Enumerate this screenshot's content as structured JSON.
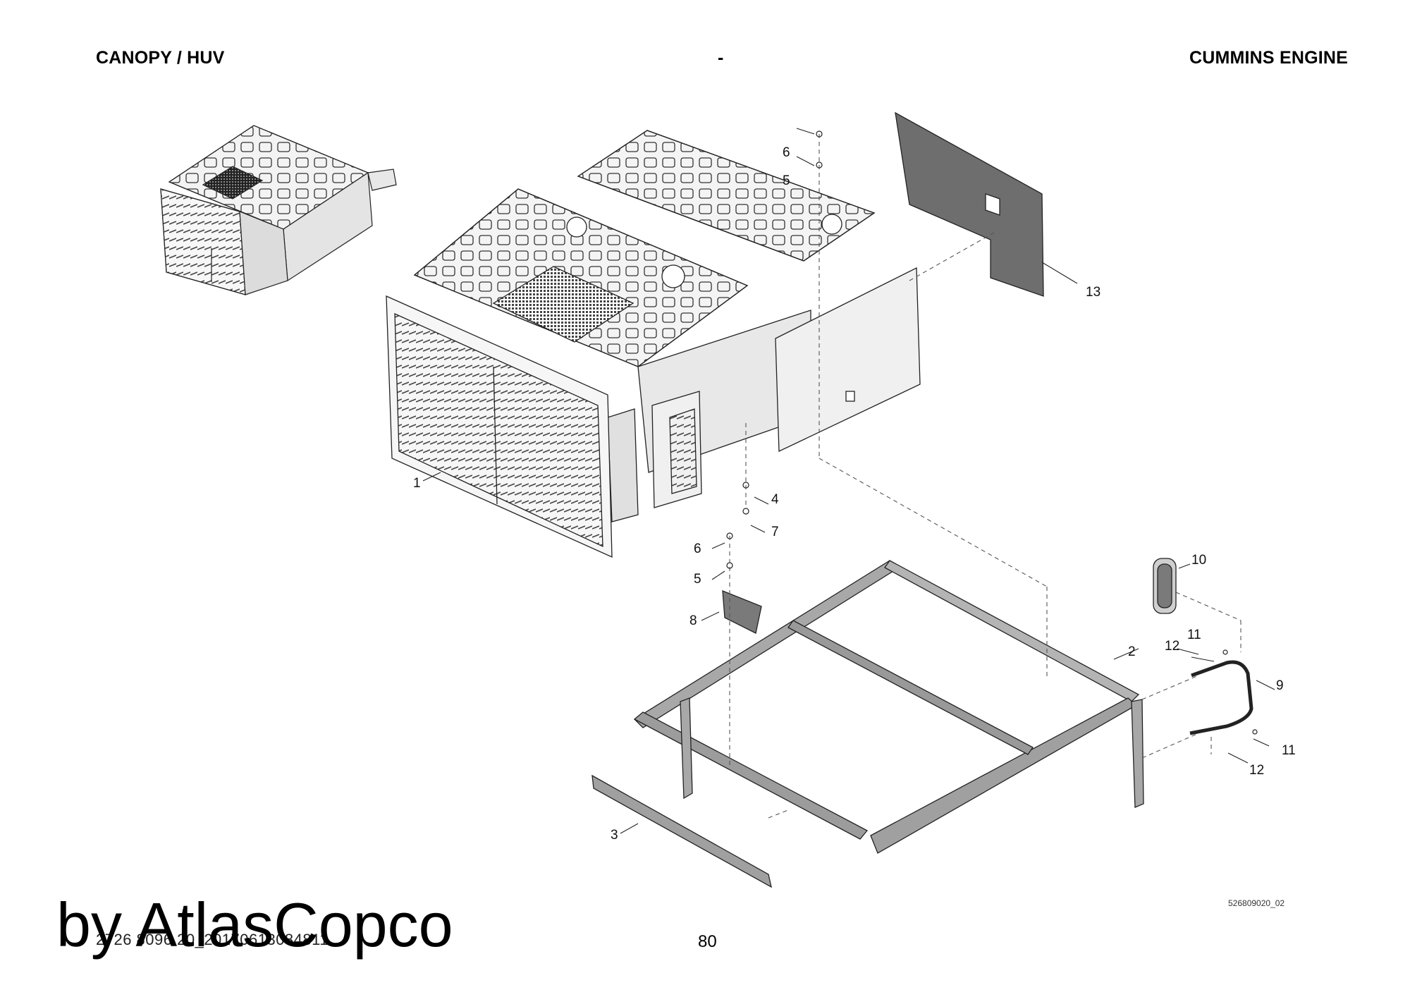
{
  "header": {
    "left": "CANOPY / HUV",
    "center": "-",
    "right": "CUMMINS ENGINE"
  },
  "callouts": [
    "1",
    "2",
    "3",
    "4",
    "5",
    "5",
    "6",
    "6",
    "7",
    "8",
    "9",
    "10",
    "11",
    "11",
    "12",
    "12",
    "13"
  ],
  "drawing_id": "526809020_02",
  "footer": {
    "document_number": "2726 8096 20_20170613084811",
    "page_number": "80",
    "watermark": "by AtlasCopco"
  },
  "colors": {
    "panel_fill": "#ececec",
    "dark_panel": "#6e6e6e",
    "frame_fill": "#a8a8a8",
    "line": "#222222"
  }
}
